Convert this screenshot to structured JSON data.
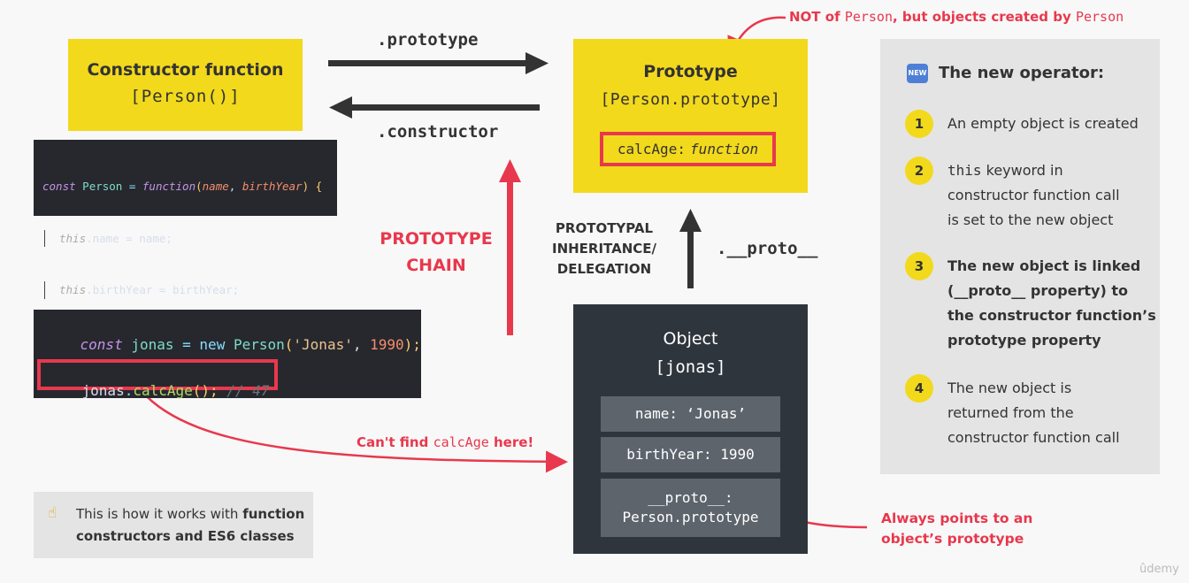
{
  "constructor_box": {
    "title": "Constructor function",
    "subtitle": "[Person()]"
  },
  "arrows": {
    "prototype_label": ".prototype",
    "constructor_label": ".constructor",
    "proto_label": ".__proto__"
  },
  "prototype_box": {
    "title": "Prototype",
    "subtitle": "[Person.prototype]",
    "method_name": "calcAge:",
    "method_value": "function"
  },
  "top_note": {
    "part1": "NOT of ",
    "code1": "Person",
    "part2": ", but objects ",
    "bold": "created by",
    "code2": "Person"
  },
  "code_constructor": {
    "line1": {
      "kw": "const",
      "name": "Person",
      "eq": " = ",
      "fn": "function",
      "open": "(",
      "p1": "name",
      "comma": ", ",
      "p2": "birthYear",
      "close": ") {"
    },
    "line2": {
      "this": "this",
      "prop": ".name = name;"
    },
    "line3": {
      "this": "this",
      "prop": ".birthYear = birthYear;"
    },
    "line4": "};"
  },
  "chain_label": {
    "line1": "PROTOTYPE",
    "line2": "CHAIN"
  },
  "inheritance_label": {
    "line1": "PROTOTYPAL",
    "line2": "INHERITANCE/",
    "line3": "DELEGATION"
  },
  "code_jonas": {
    "line1": {
      "kw": "const",
      "name": "jonas",
      "eq": " = ",
      "new": "new",
      "cls": "Person",
      "open": "(",
      "str": "'Jonas'",
      "comma": ", ",
      "num": "1990",
      "close": ");"
    },
    "line2": {
      "obj": "jonas",
      "dot": ".",
      "method": "calcAge",
      "call": "();",
      "comment": "// 47"
    }
  },
  "cant_find": {
    "text": "Can't find ",
    "code": "calcAge",
    "suffix": " here!"
  },
  "object_box": {
    "title": "Object",
    "subtitle": "[jonas]",
    "props": [
      "name: ‘Jonas’",
      "birthYear: 1990"
    ],
    "proto_line1": "__proto__:",
    "proto_line2": "Person.prototype"
  },
  "always_points": {
    "line1": "Always points to an",
    "line2": "object’s prototype"
  },
  "hint_box": {
    "emoji": "☝",
    "text1": "This is how it works with ",
    "bold1": "function",
    "bold2": "constructors and ES6 classes"
  },
  "new_operator": {
    "badge": "NEW",
    "title": "The new operator:",
    "steps": [
      {
        "num": "1",
        "lines": [
          "An empty object is created"
        ]
      },
      {
        "num": "2",
        "code": "this",
        "lines": [
          " keyword in",
          "constructor function call",
          "is set to the new object"
        ]
      },
      {
        "num": "3",
        "lines": [
          "The new object is linked",
          "(__proto__ property) to",
          "the constructor function’s",
          "prototype property"
        ]
      },
      {
        "num": "4",
        "lines": [
          "The new object is",
          "returned from the",
          "constructor function call"
        ]
      }
    ]
  },
  "watermark": "ûdemy",
  "colors": {
    "yellow": "#f2d91c",
    "red": "#e8384d",
    "dark": "#2f353d",
    "code_bg": "#26282e"
  }
}
